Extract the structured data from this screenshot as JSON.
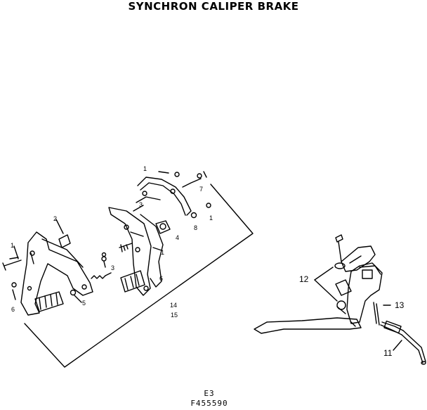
{
  "title": "SYNCHRON CALIPER BRAKE",
  "footer": {
    "code": "E3",
    "part_number": "F455590"
  },
  "callouts": {
    "c1a": "1",
    "c1b": "1",
    "c1c": "1",
    "c1d": "1",
    "c2": "2",
    "c3a": "3",
    "c3b": "3",
    "c4": "4",
    "c5": "5",
    "c6a": "6",
    "c6b": "6",
    "c7": "7",
    "c8": "8",
    "c11": "11",
    "c12": "12",
    "c13": "13",
    "c14": "14",
    "c15": "15"
  }
}
